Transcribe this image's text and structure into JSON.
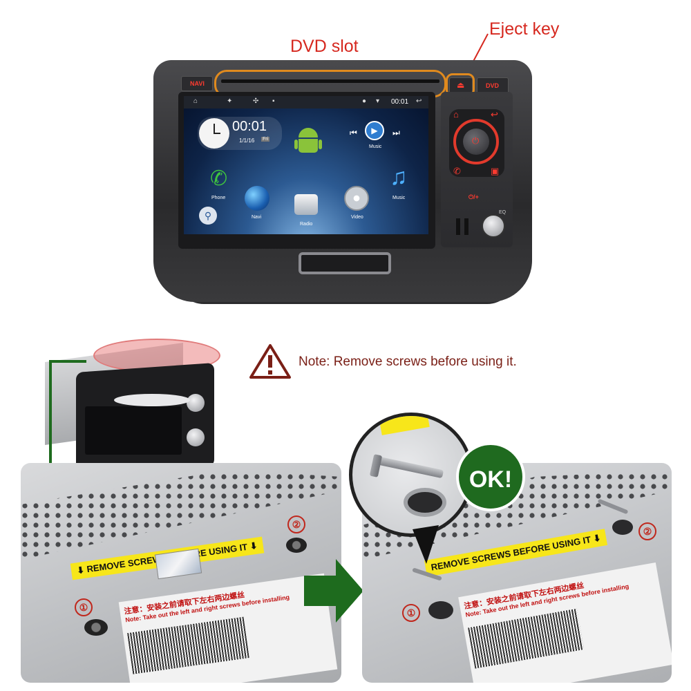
{
  "callouts": {
    "dvd_slot": "DVD slot",
    "eject_key": "Eject key"
  },
  "head_unit": {
    "left_button": "NAVI",
    "right_button": "DVD",
    "clock": "00:01",
    "date": "1/1/16",
    "day": "Fri",
    "status_time": "00:01",
    "music_widget_label": "Music",
    "apps": [
      "Phone",
      "Navi",
      "Radio",
      "Video",
      "Music"
    ],
    "eq_label": "EQ",
    "vol_label": "⏻/+"
  },
  "note": {
    "text": "Note: Remove screws before using it."
  },
  "left_photo": {
    "yellow_label": "REMOVE SCREWS BEFORE USING IT",
    "warning_cn": "注意：安装之前请取下左右两边螺丝",
    "warning_en": "Note: Take out the left and right screws before installing",
    "screw_1": "①",
    "screw_2": "②"
  },
  "right_photo": {
    "ok_badge": "OK!",
    "yellow_label": "REMOVE SCREWS BEFORE USING IT",
    "warning_cn": "注意：安装之前请取下左右两边螺丝",
    "warning_en": "Note: Take out the left and right screws before installing",
    "screw_1": "①",
    "screw_2": "②"
  },
  "colors": {
    "callout_red": "#d6281f",
    "outline_orange": "#e08a1e",
    "note_dark_red": "#7a1f16",
    "arrow_green": "#1e6b1e",
    "label_yellow": "#f7e61a"
  },
  "icons": [
    "warning-triangle-icon",
    "eject-icon",
    "home-icon",
    "back-icon",
    "phone-icon",
    "globe-icon",
    "radio-icon",
    "video-reel-icon",
    "music-note-icon",
    "android-icon",
    "search-icon",
    "ok-badge-icon",
    "green-arrow-right-icon",
    "green-arrow-down-icon"
  ]
}
